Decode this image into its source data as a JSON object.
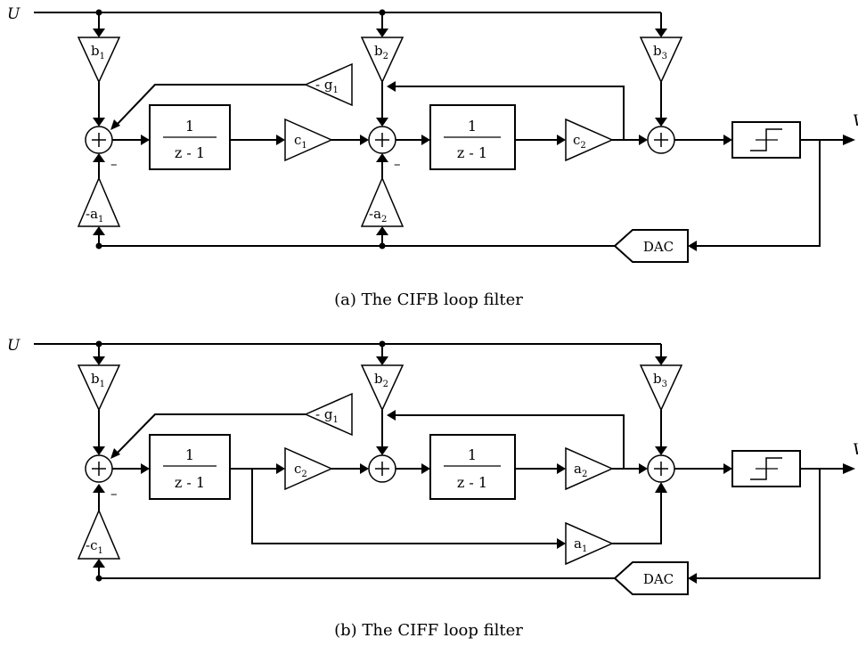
{
  "input_label": "U",
  "output_label": "V",
  "integrator": {
    "num": "1",
    "den": "z - 1"
  },
  "dac_label": "DAC",
  "figure_a": {
    "caption": "(a) The CIFB loop filter",
    "labels": {
      "b1": "b",
      "b1_sub": "1",
      "b2": "b",
      "b2_sub": "2",
      "b3": "b",
      "b3_sub": "3",
      "g1": "- g",
      "g1_sub": "1",
      "c1": "c",
      "c1_sub": "1",
      "c2": "c",
      "c2_sub": "2",
      "a1": "-a",
      "a1_sub": "1",
      "a2": "-a",
      "a2_sub": "2"
    },
    "minus_signs": [
      "–",
      "–"
    ]
  },
  "figure_b": {
    "caption": "(b) The CIFF loop filter",
    "labels": {
      "b1": "b",
      "b1_sub": "1",
      "b2": "b",
      "b2_sub": "2",
      "b3": "b",
      "b3_sub": "3",
      "g1": "- g",
      "g1_sub": "1",
      "c2": "c",
      "c2_sub": "2",
      "a2": "a",
      "a2_sub": "2",
      "a1": "a",
      "a1_sub": "1",
      "c1": "-c",
      "c1_sub": "1"
    },
    "minus_signs": [
      "–"
    ]
  }
}
